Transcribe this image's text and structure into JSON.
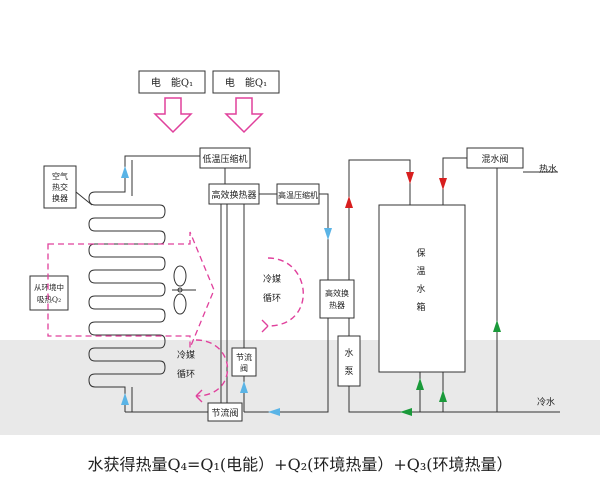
{
  "power_boxes": [
    {
      "label": "电　能Q₁"
    },
    {
      "label": "电　能Q₁"
    }
  ],
  "components": {
    "low_temp_compressor": "低温压缩机",
    "high_eff_exchanger_1": "高效换热器",
    "high_temp_compressor": "高温压缩机",
    "high_eff_exchanger_2": [
      "高效换",
      "热器"
    ],
    "mixing_valve": "混水阀",
    "throttle_valve_bottom": "节流阀",
    "throttle_valve_mid": [
      "节流",
      "阀"
    ],
    "water_pump": [
      "水",
      "泵"
    ],
    "tank": [
      "保",
      "温",
      "水",
      "箱"
    ],
    "air_exchanger": [
      "空气",
      "热交",
      "换器"
    ],
    "env_heat_box": [
      "从环境中",
      "吸热Q₂"
    ]
  },
  "loop_labels": {
    "refrigerant_loop_1": [
      "冷媒",
      "循环"
    ],
    "refrigerant_loop_2": [
      "冷媒",
      "循环"
    ]
  },
  "pipes": {
    "hot_water": "热水",
    "cold_water": "冷水"
  },
  "caption": "水获得热量Q₄=Q₁(电能）+Q₂(环境热量）+Q₃(环境热量）",
  "colors": {
    "line": "#333333",
    "magenta_arrow": "#e0409c",
    "flow_arrow_blue": "#5ab4e6",
    "flow_arrow_red": "#d81e1e",
    "flow_arrow_green": "#1a9a3a",
    "gray_band": "#e9e9e9"
  }
}
